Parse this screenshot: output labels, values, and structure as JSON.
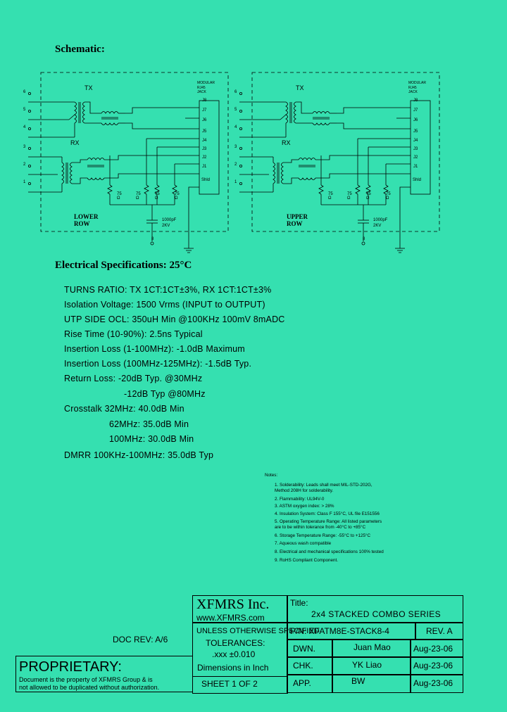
{
  "schematic_title": "Schematic:",
  "schematic": {
    "pins": [
      "6",
      "5",
      "4",
      "3",
      "2",
      "1"
    ],
    "tx_label": "TX",
    "rx_label": "RX",
    "jack_label_1": "MODULAR",
    "jack_label_2": "RJ45 JACK",
    "jack_pins": [
      "J8",
      "J7",
      "J6",
      "J5",
      "J4",
      "J3",
      "J2",
      "J1",
      "Shld"
    ],
    "resistor_label": "75 Ω",
    "cap_label_1": "1000pF",
    "cap_label_2": "2KV",
    "ground_pin": "8",
    "lower_row_label": "LOWER ROW",
    "upper_row_label": "UPPER ROW"
  },
  "electrical_title": "Electrical Specifications: 25°C",
  "specs": [
    "TURNS RATIO: TX 1CT:1CT±3%, RX 1CT:1CT±3%",
    "Isolation Voltage:  1500 Vrms (INPUT to OUTPUT)",
    "UTP SIDE OCL: 350uH Min @100KHz 100mV 8mADC",
    "Rise Time (10-90%): 2.5ns Typical",
    "Insertion Loss (1-100MHz): -1.0dB Maximum",
    "Insertion Loss (100MHz-125MHz): -1.5dB Typ.",
    "Return Loss: -20dB Typ. @30MHz",
    "-12dB Typ @80MHz",
    "Crosstalk 32MHz: 40.0dB Min",
    "62MHz: 35.0dB Min",
    "100MHz: 30.0dB Min",
    "DMRR 100KHz-100MHz: 35.0dB Typ"
  ],
  "notes_title": "Notes:",
  "notes": [
    "1. Solderability: Leads shall meet MIL-STD-202G,",
    "    Method 208H for solderability.",
    "2. Flammability: UL94V-0",
    "3. ASTM oxygen index: > 28%",
    "4. Insulation System: Class F 155°C, UL file E151556",
    "5. Operating Temperature Range: All listed parameters",
    "    are to be within tolerance from -40°C to +85°C",
    "6. Storage Temperature Range: -55°C to +125°C",
    "7. Aqueous wash compatible",
    "8. Electrical and mechanical specifications 100% tested",
    "9. RoHS Compliant Component."
  ],
  "doc_rev": "DOC REV: A/6",
  "proprietary": {
    "title": "PROPRIETARY:",
    "line1": "Document is the property of XFMRS Group & is",
    "line2": "not allowed to be duplicated without authorization."
  },
  "title_block": {
    "company": "XFMRS Inc.",
    "website": "www.XFMRS.com",
    "title_label": "Title:",
    "title": "2x4 STACKED COMBO SERIES",
    "unless": "UNLESS OTHERWISE SPECIFIED",
    "tolerances": "TOLERANCES:",
    "tol_value": ".xxx ±0.010",
    "dimensions": "Dimensions in Inch",
    "sheet": "SHEET  1  OF  2",
    "pn": "P/N: XFATM8E-STACK8-4",
    "rev": "REV. A",
    "rows": [
      {
        "role": "DWN.",
        "name": "Juan Mao",
        "date": "Aug-23-06"
      },
      {
        "role": "CHK.",
        "name": "YK Liao",
        "date": "Aug-23-06"
      },
      {
        "role": "APP.",
        "name": "BW",
        "date": "Aug-23-06"
      }
    ]
  }
}
